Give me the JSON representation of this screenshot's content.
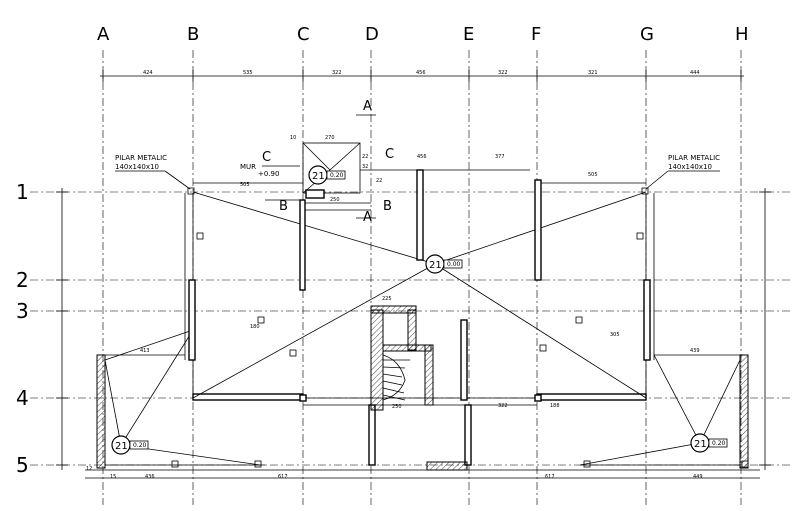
{
  "axes": {
    "letters": [
      "A",
      "B",
      "C",
      "D",
      "E",
      "F",
      "G",
      "H"
    ],
    "numbers": [
      "1",
      "2",
      "3",
      "4",
      "5"
    ]
  },
  "top_dimensions": [
    "424",
    "535",
    "322",
    "456",
    "322",
    "321",
    "444"
  ],
  "labels": {
    "pillar_left_1": "PILAR METALIC",
    "pillar_left_2": "140x140x10",
    "pillar_right_1": "PILAR METALIC",
    "pillar_right_2": "140x140x10",
    "mur_1": "MUR",
    "mur_2": "+0.90"
  },
  "section_marks": [
    "A",
    "A",
    "B",
    "B",
    "C",
    "C"
  ],
  "column_tags": [
    {
      "id": "21",
      "value": "0.20"
    },
    {
      "id": "21",
      "value": "0.00"
    },
    {
      "id": "21",
      "value": "0.20"
    },
    {
      "id": "21",
      "value": "0.20"
    }
  ],
  "dims_misc": {
    "d270": "270",
    "d10a": "10",
    "d22a": "22",
    "d32": "32",
    "d22b": "22",
    "d250": "250",
    "d456": "456",
    "d377": "377",
    "d505a": "505",
    "d505b": "505",
    "d413": "413",
    "d439": "439",
    "d180": "180",
    "d305": "305",
    "d225": "225",
    "d322": "322",
    "d188": "188",
    "d250b": "250",
    "d436": "436",
    "d617a": "617",
    "d617b": "617",
    "d449": "449",
    "d15": "15",
    "d12": "12"
  }
}
